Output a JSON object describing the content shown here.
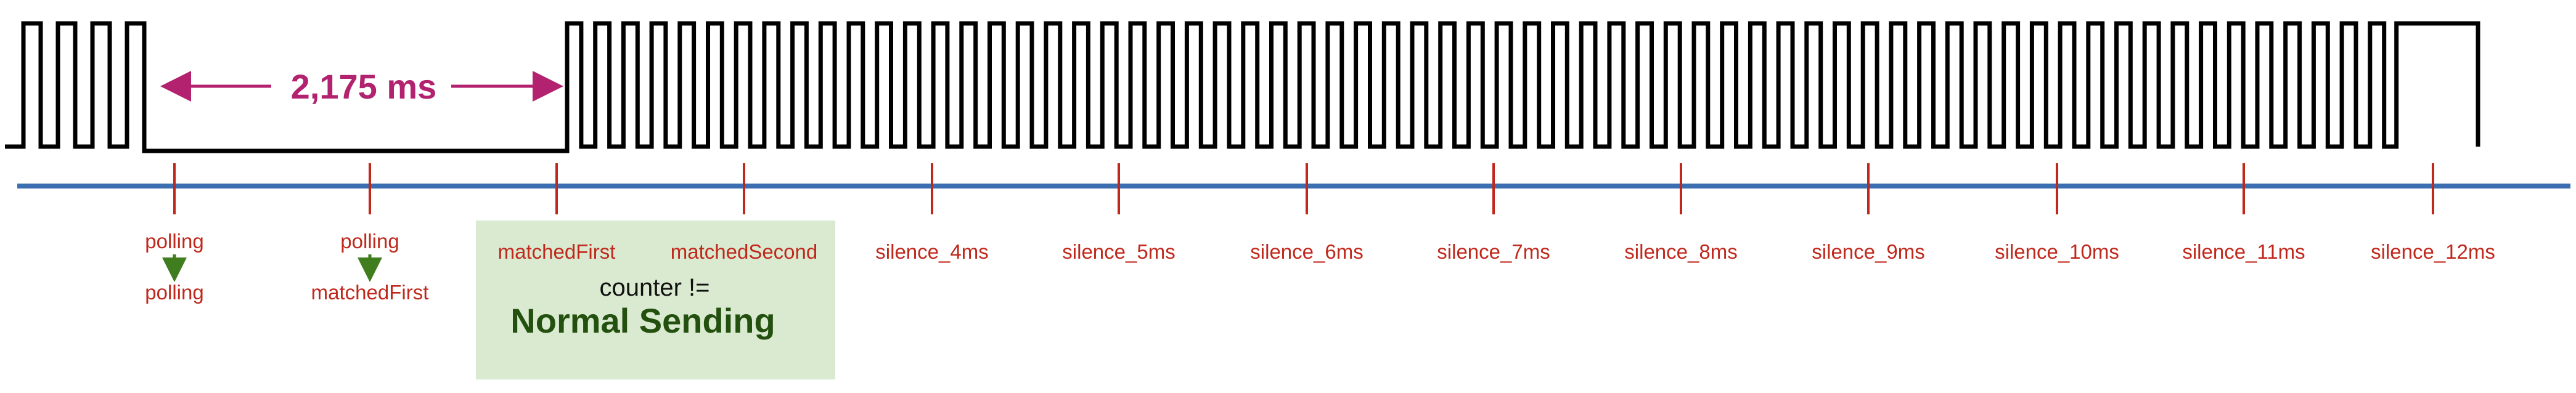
{
  "colors": {
    "signal": "#000000",
    "timeline": "#3a6eb0",
    "tick": "#c0281c",
    "label": "#c0281c",
    "measure": "#b2226e",
    "transition_arrow": "#3f7d1e",
    "box_fill": "#d9ead0",
    "mode_text": "#24500f"
  },
  "measurement": {
    "label": "2,175 ms"
  },
  "transitions": [
    {
      "from": "polling",
      "to": "polling"
    },
    {
      "from": "polling",
      "to": "matchedFirst"
    }
  ],
  "states": [
    "matchedFirst",
    "matchedSecond",
    "silence_4ms",
    "silence_5ms",
    "silence_6ms",
    "silence_7ms",
    "silence_8ms",
    "silence_9ms",
    "silence_10ms",
    "silence_11ms",
    "silence_12ms"
  ],
  "normal_box": {
    "counter_label": "counter !=",
    "mode_label": "Normal Sending"
  }
}
